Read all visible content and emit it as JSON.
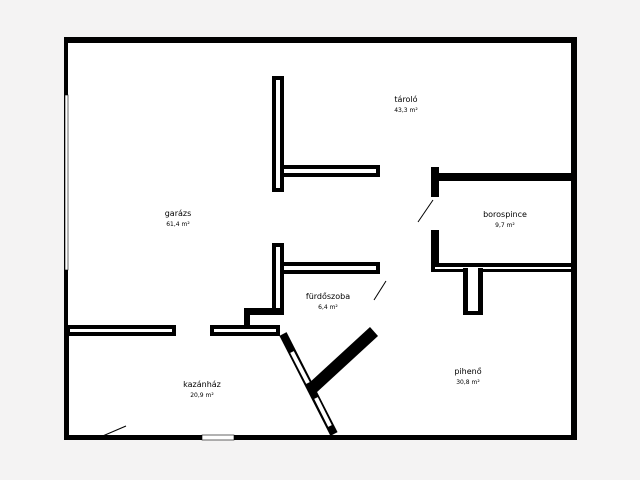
{
  "colors": {
    "wall": "#000000",
    "floor": "#ffffff",
    "background": "#f4f3f3",
    "window": "#ffffff"
  },
  "rooms": [
    {
      "name": "garázs",
      "area": "61,4 m²"
    },
    {
      "name": "tároló",
      "area": "43,3 m²"
    },
    {
      "name": "borospince",
      "area": "9,7 m²"
    },
    {
      "name": "fürdőszoba",
      "area": "6,4 m²"
    },
    {
      "name": "pihenő",
      "area": "30,8 m²"
    },
    {
      "name": "kazánház",
      "area": "20,9 m²"
    }
  ]
}
